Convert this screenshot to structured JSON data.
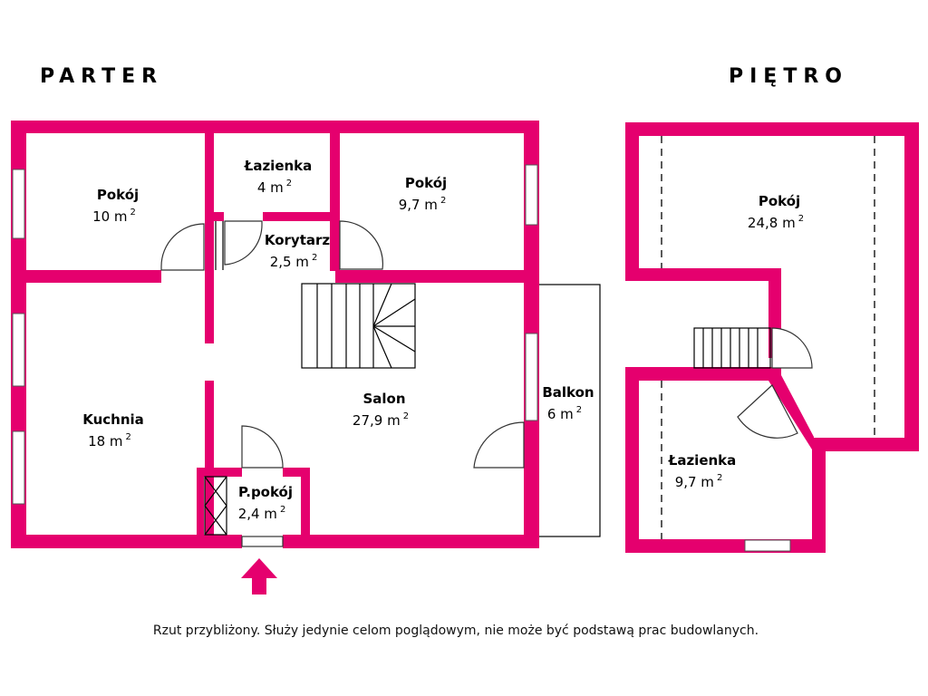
{
  "floors": {
    "ground_title": "PARTER",
    "upper_title": "PIĘTRO"
  },
  "rooms": {
    "pokoj1": {
      "name": "Pokój",
      "area": "10 m",
      "exp": "2"
    },
    "lazienka1": {
      "name": "Łazienka",
      "area": "4 m",
      "exp": "2"
    },
    "pokoj2": {
      "name": "Pokój",
      "area": "9,7 m",
      "exp": "2"
    },
    "korytarz": {
      "name": "Korytarz",
      "area": "2,5 m",
      "exp": "2"
    },
    "kuchnia": {
      "name": "Kuchnia",
      "area": "18 m",
      "exp": "2"
    },
    "salon": {
      "name": "Salon",
      "area": "27,9 m",
      "exp": "2"
    },
    "balkon": {
      "name": "Balkon",
      "area": "6 m",
      "exp": "2"
    },
    "ppokoj": {
      "name": "P.pokój",
      "area": "2,4 m",
      "exp": "2"
    },
    "pokoj3": {
      "name": "Pokój",
      "area": "24,8 m",
      "exp": "2"
    },
    "lazienka2": {
      "name": "Łazienka",
      "area": "9,7 m",
      "exp": "2"
    }
  },
  "footer": "Rzut przybliżony. Służy jedynie celom poglądowym, nie może być podstawą prac budowlanych.",
  "colors": {
    "wall": "#e5006e",
    "entrance_arrow": "#e5006e"
  },
  "icons": {
    "entrance": "up-arrow-icon"
  }
}
